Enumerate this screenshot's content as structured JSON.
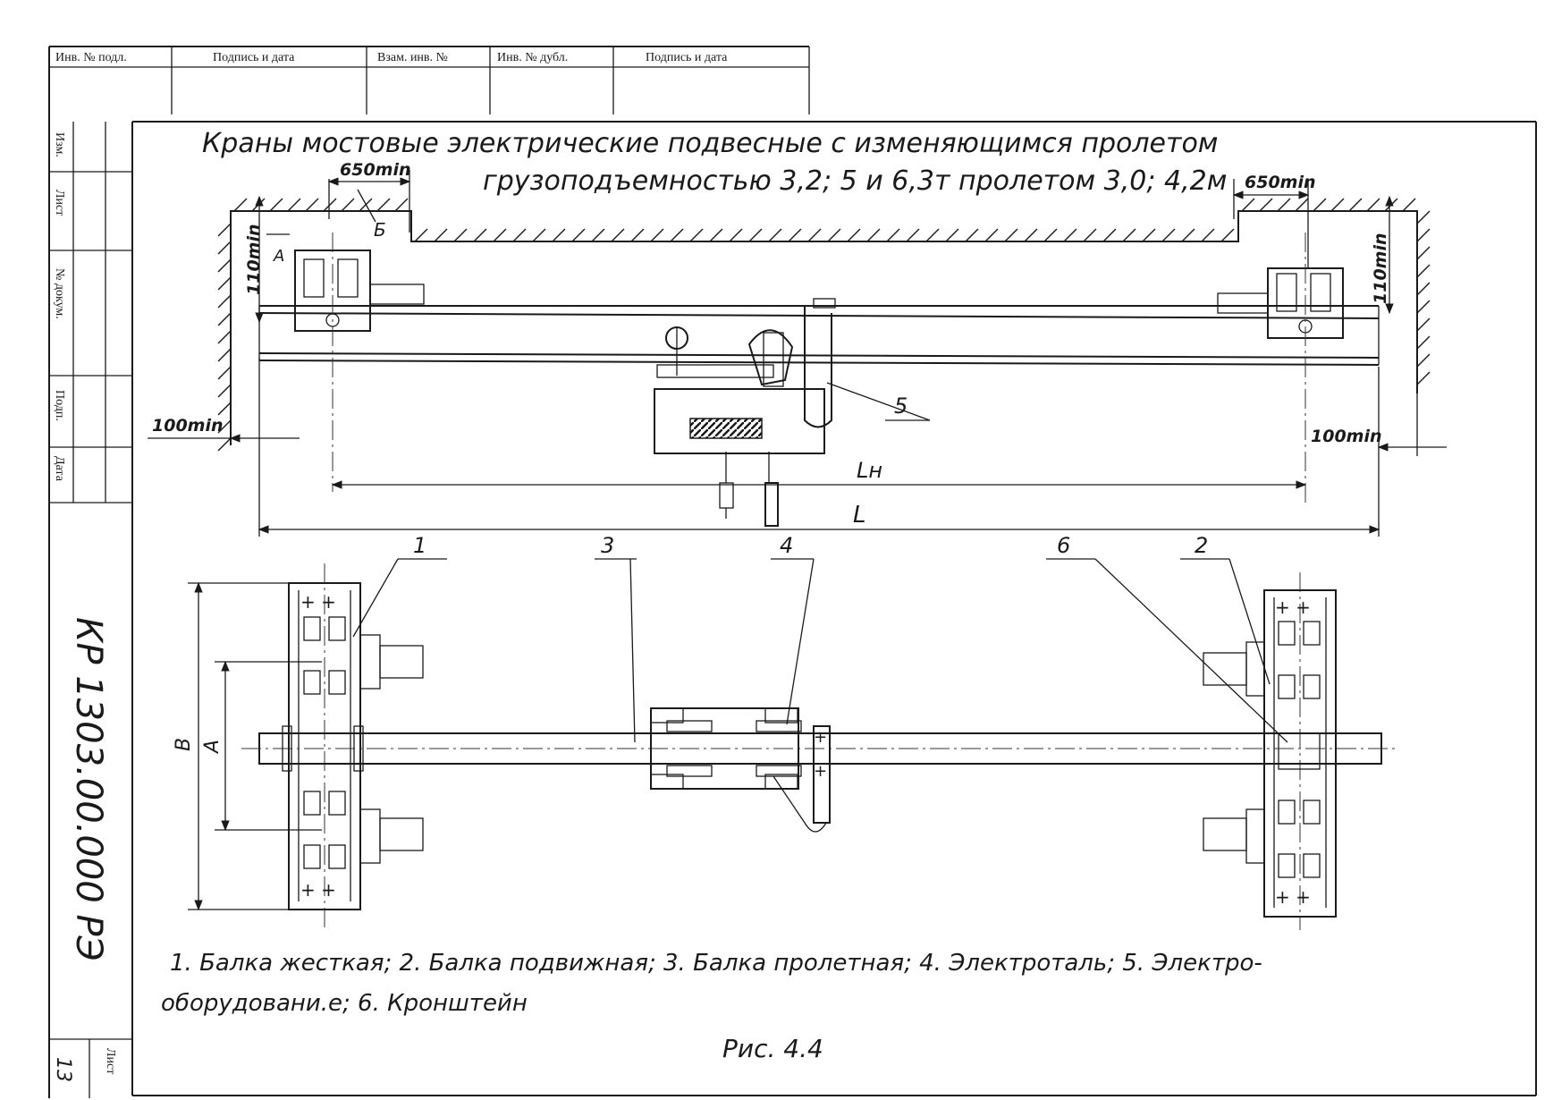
{
  "stamp_top": {
    "cells": [
      "Инв. № подл.",
      "Подпись и дата",
      "Взам. инв. №",
      "Инв. № дубл.",
      "Подпись и дата"
    ]
  },
  "stamp_side": {
    "cells": [
      "Изм.",
      "Лист",
      "№ докум.",
      "Подп.",
      "Дата"
    ],
    "doc_code": "КР 1303.00.000 РЭ",
    "sheet_label": "Лист",
    "sheet_number": "13"
  },
  "title": {
    "line1": "Краны мостовые электрические подвесные с изменяющимся пролетом",
    "line2": "грузоподъемностью 3,2; 5 и 6,3т пролетом 3,0; 4,2м"
  },
  "dimensions": {
    "clearance_left": "650min",
    "clearance_right": "650min",
    "height_left": "110min",
    "height_right": "110min",
    "end_left": "100min",
    "end_right": "100min",
    "span_inner": "Lн",
    "span_total": "L",
    "width_B": "В",
    "width_A": "А",
    "label_A": "А",
    "label_B": "Б"
  },
  "callouts": [
    "1",
    "2",
    "3",
    "4",
    "5",
    "6"
  ],
  "legend": {
    "line1": "1. Балка жесткая; 2. Балка подвижная; 3. Балка пролетная; 4. Электроталь; 5. Электро-",
    "line2": "оборудовани.е; 6. Кронштейн"
  },
  "figure_caption": "Рис. 4.4"
}
